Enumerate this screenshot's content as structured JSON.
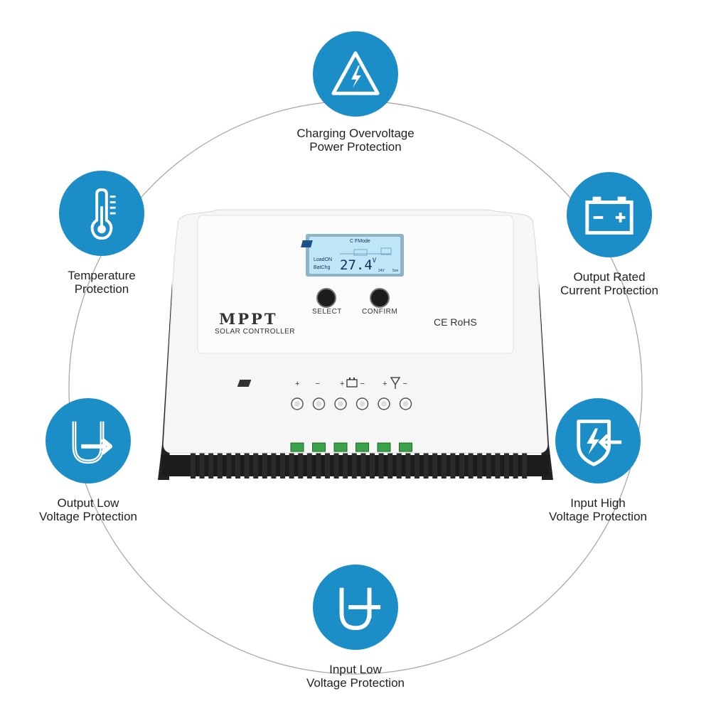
{
  "device": {
    "brand": "MPPT",
    "subtitle": "SOLAR CONTROLLER",
    "certification": "CE RoHS",
    "lcd": {
      "mode": "C  FMode",
      "load": "LoadON",
      "bat": "BatChg",
      "reading": "27.4",
      "unit": "V",
      "small1": "24V",
      "small2": "5on"
    },
    "buttons": {
      "select": "SELECT",
      "confirm": "CONFIRM"
    },
    "terminal_signs": {
      "plus": "+",
      "minus": "−"
    }
  },
  "features": {
    "top": {
      "icon": "voltage-warning-icon",
      "line1": "Charging Overvoltage",
      "line2": "Power Protection"
    },
    "upper_left": {
      "icon": "thermometer-icon",
      "line1": "Temperature",
      "line2": "Protection"
    },
    "upper_right": {
      "icon": "battery-icon",
      "line1": "Output Rated",
      "line2": "Current Protection"
    },
    "lower_left": {
      "icon": "u-turn-arrow-icon",
      "line1": "Output Low",
      "line2": "Voltage Protection"
    },
    "lower_right": {
      "icon": "shield-bolt-icon",
      "line1": "Input High",
      "line2": "Voltage Protection"
    },
    "bottom": {
      "icon": "u-turn-plus-icon",
      "line1": "Input Low",
      "line2": "Voltage Protection"
    }
  },
  "colors": {
    "accent": "#1b8ec8",
    "ring": "#9a9a9a",
    "lcd": "#bfe6f7",
    "device_body": "#f4f4f4",
    "terminal": "#3aa34a"
  }
}
